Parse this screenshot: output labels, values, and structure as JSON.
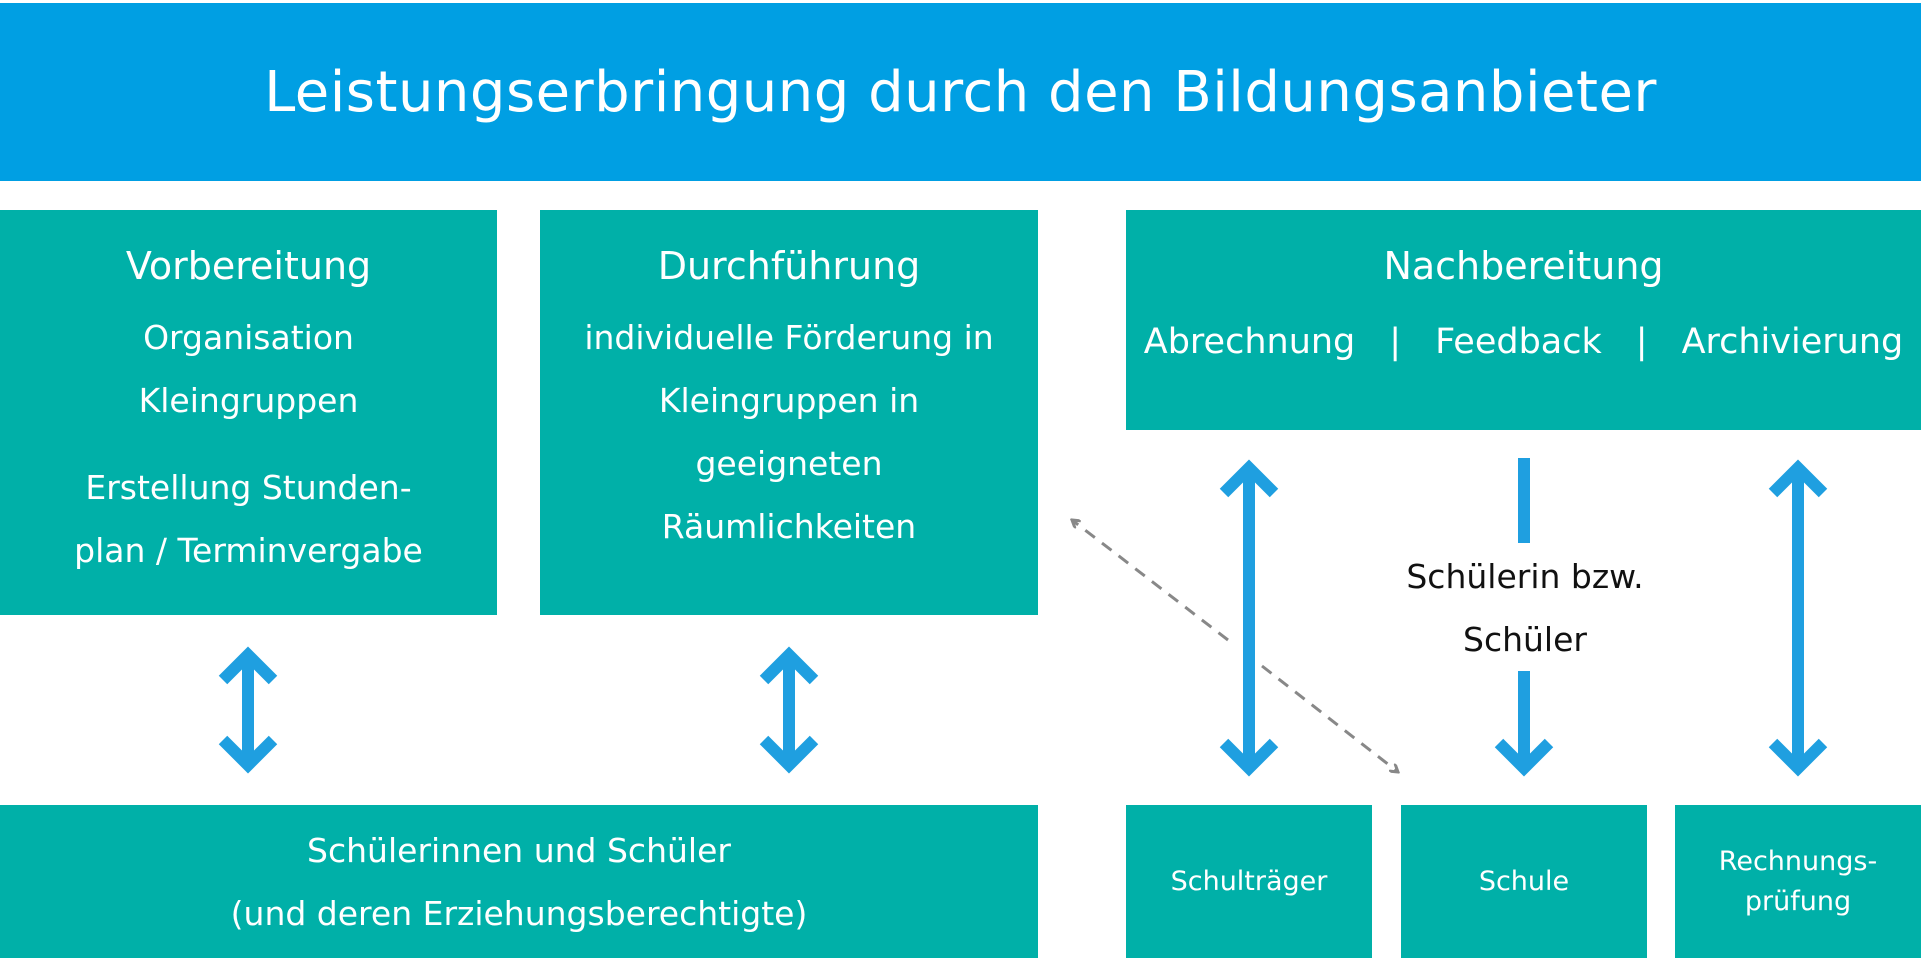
{
  "header": {
    "title": "Leistungserbringung durch den Bildungsanbieter"
  },
  "vorbereitung": {
    "title": "Vorbereitung",
    "lines": [
      "Organisation",
      "Kleingruppen",
      "Erstellung  Stunden-",
      "plan / Terminvergabe"
    ]
  },
  "durchfuehrung": {
    "title": "Durchführung",
    "lines": [
      "individuelle Förderung in",
      "Kleingruppen in",
      "geeigneten",
      "Räumlichkeiten"
    ]
  },
  "nachbereitung": {
    "title": "Nachbereitung",
    "items": [
      "Abrechnung",
      "Feedback",
      "Archivierung"
    ],
    "separator": "|"
  },
  "schuelerinnen": {
    "lines": [
      "Schülerinnen und Schüler",
      "(und deren Erziehungsberechtigte)"
    ]
  },
  "schultraeger": {
    "label": "Schulträger"
  },
  "schule": {
    "label": "Schule"
  },
  "rechnungspruefung": {
    "lines": [
      "Rechnungs-",
      "prüfung"
    ]
  },
  "student_label": {
    "lines": [
      "Schülerin bzw.",
      "Schüler"
    ]
  },
  "colors": {
    "header": "#009fe3",
    "box": "#00b0a8",
    "arrow": "#1f9fe0",
    "dashed": "#888888"
  }
}
